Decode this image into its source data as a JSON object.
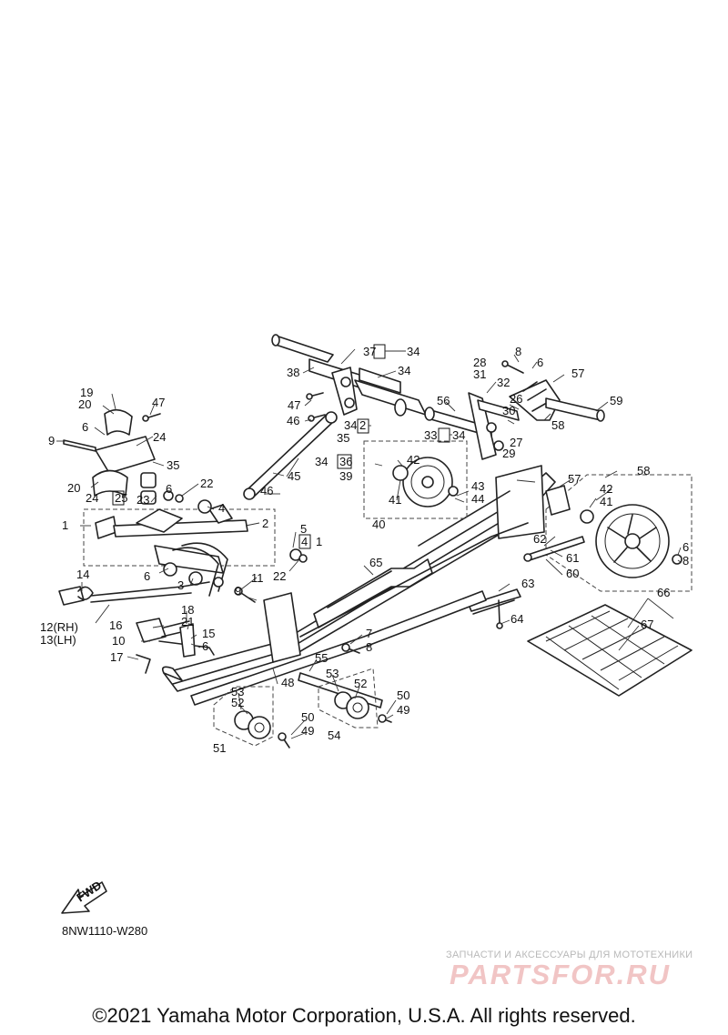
{
  "diagram": {
    "code": "8NW1110-W280",
    "fwd_label": "FWD",
    "callouts": [
      {
        "id": "c37",
        "text": "37"
      },
      {
        "id": "c34a",
        "text": "34"
      },
      {
        "id": "c38",
        "text": "38"
      },
      {
        "id": "c34b",
        "text": "34"
      },
      {
        "id": "c8a",
        "text": "8"
      },
      {
        "id": "c28",
        "text": "28"
      },
      {
        "id": "c6a",
        "text": "6"
      },
      {
        "id": "c31",
        "text": "31"
      },
      {
        "id": "c57a",
        "text": "57"
      },
      {
        "id": "c32",
        "text": "32"
      },
      {
        "id": "c19",
        "text": "19"
      },
      {
        "id": "c47a",
        "text": "47"
      },
      {
        "id": "c20a",
        "text": "20"
      },
      {
        "id": "c47b",
        "text": "47"
      },
      {
        "id": "c56",
        "text": "56"
      },
      {
        "id": "c26",
        "text": "26"
      },
      {
        "id": "c59",
        "text": "59"
      },
      {
        "id": "c30",
        "text": "30"
      },
      {
        "id": "c46a",
        "text": "46"
      },
      {
        "id": "c34c",
        "text": "34"
      },
      {
        "id": "c2a",
        "text": "2"
      },
      {
        "id": "c58a",
        "text": "58"
      },
      {
        "id": "c9a",
        "text": "9"
      },
      {
        "id": "c6b",
        "text": "6"
      },
      {
        "id": "c24a",
        "text": "24"
      },
      {
        "id": "c35a",
        "text": "35"
      },
      {
        "id": "c33",
        "text": "33"
      },
      {
        "id": "c34d",
        "text": "34"
      },
      {
        "id": "c27",
        "text": "27"
      },
      {
        "id": "c42a",
        "text": "42"
      },
      {
        "id": "c35b",
        "text": "35"
      },
      {
        "id": "c34e",
        "text": "34"
      },
      {
        "id": "c36",
        "text": "36"
      },
      {
        "id": "c29",
        "text": "29"
      },
      {
        "id": "c39",
        "text": "39"
      },
      {
        "id": "c45",
        "text": "45"
      },
      {
        "id": "c58b",
        "text": "58"
      },
      {
        "id": "c20b",
        "text": "20"
      },
      {
        "id": "c22a",
        "text": "22"
      },
      {
        "id": "c57b",
        "text": "57"
      },
      {
        "id": "c43",
        "text": "43"
      },
      {
        "id": "c24b",
        "text": "24"
      },
      {
        "id": "c25",
        "text": "25"
      },
      {
        "id": "c46b",
        "text": "46"
      },
      {
        "id": "c23",
        "text": "23"
      },
      {
        "id": "c6c",
        "text": "6"
      },
      {
        "id": "c44",
        "text": "44"
      },
      {
        "id": "c41a",
        "text": "41"
      },
      {
        "id": "c42b",
        "text": "42"
      },
      {
        "id": "c4a",
        "text": "4"
      },
      {
        "id": "c41b",
        "text": "41"
      },
      {
        "id": "c1a",
        "text": "1"
      },
      {
        "id": "c2b",
        "text": "2"
      },
      {
        "id": "c40",
        "text": "40"
      },
      {
        "id": "c5",
        "text": "5"
      },
      {
        "id": "c4b",
        "text": "4"
      },
      {
        "id": "c1b",
        "text": "1"
      },
      {
        "id": "c62",
        "text": "62"
      },
      {
        "id": "c6d",
        "text": "6"
      },
      {
        "id": "c8b",
        "text": "8"
      },
      {
        "id": "c61",
        "text": "61"
      },
      {
        "id": "c65",
        "text": "65"
      },
      {
        "id": "c22b",
        "text": "22"
      },
      {
        "id": "c6e",
        "text": "6"
      },
      {
        "id": "c60",
        "text": "60"
      },
      {
        "id": "c14",
        "text": "14"
      },
      {
        "id": "c3",
        "text": "3"
      },
      {
        "id": "c11",
        "text": "11"
      },
      {
        "id": "c63",
        "text": "63"
      },
      {
        "id": "c9b",
        "text": "9"
      },
      {
        "id": "c66",
        "text": "66"
      },
      {
        "id": "c12",
        "text": "12(RH)"
      },
      {
        "id": "c13",
        "text": "13(LH)"
      },
      {
        "id": "c18",
        "text": "18"
      },
      {
        "id": "c21",
        "text": "21"
      },
      {
        "id": "c64",
        "text": "64"
      },
      {
        "id": "c67",
        "text": "67"
      },
      {
        "id": "c16",
        "text": "16"
      },
      {
        "id": "c15",
        "text": "15"
      },
      {
        "id": "c7",
        "text": "7"
      },
      {
        "id": "c10",
        "text": "10"
      },
      {
        "id": "c6f",
        "text": "6"
      },
      {
        "id": "c8c",
        "text": "8"
      },
      {
        "id": "c17",
        "text": "17"
      },
      {
        "id": "c55",
        "text": "55"
      },
      {
        "id": "c48",
        "text": "48"
      },
      {
        "id": "c53a",
        "text": "53"
      },
      {
        "id": "c52a",
        "text": "52"
      },
      {
        "id": "c53b",
        "text": "53"
      },
      {
        "id": "c50a",
        "text": "50"
      },
      {
        "id": "c52b",
        "text": "52"
      },
      {
        "id": "c49a",
        "text": "49"
      },
      {
        "id": "c50b",
        "text": "50"
      },
      {
        "id": "c49b",
        "text": "49"
      },
      {
        "id": "c54",
        "text": "54"
      },
      {
        "id": "c51",
        "text": "51"
      }
    ]
  },
  "watermark": {
    "subtitle": "ЗАПЧАСТИ И АКСЕССУАРЫ ДЛЯ МОТОТЕХНИКИ",
    "logo": "PARTSFOR.RU"
  },
  "footer": {
    "copyright": "©2021 Yamaha Motor Corporation, U.S.A. All rights reserved."
  }
}
